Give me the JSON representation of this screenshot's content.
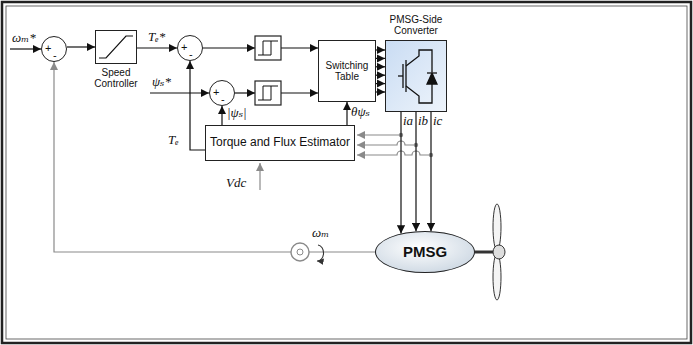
{
  "diagram": {
    "nodes": [
      {
        "text": [
          "+",
          "-"
        ]
      },
      {
        "text": [
          "Speed Controller"
        ]
      },
      {
        "text": [
          "+",
          "-"
        ]
      },
      {
        "text": [
          "+",
          "-"
        ]
      },
      {
        "text": [
          "Switching Table"
        ]
      },
      {
        "text": [
          "PMSG-Side Converter"
        ]
      },
      {
        "text": [
          "Torque and Flux Estimator"
        ]
      },
      {
        "text": [
          "PMSG"
        ]
      }
    ],
    "edges": [
      {
        "from": 0,
        "to": 1,
        "arrow": "to"
      },
      {
        "from": 1,
        "to": 2,
        "arrow": "to"
      },
      {
        "from": 6,
        "to": 2,
        "arrow": "to"
      },
      {
        "from": 6,
        "to": 3,
        "arrow": "to"
      },
      {
        "from": 6,
        "to": 4,
        "arrow": "to"
      },
      {
        "from": 4,
        "to": 5,
        "arrow": "to"
      },
      {
        "from": 7,
        "to": 0,
        "arrow": "to"
      },
      {
        "from": 5,
        "to": 7,
        "arrow": "to"
      }
    ],
    "labels": [
      "ωₘ*",
      "Tₑ*",
      "ψₛ*",
      "|ψₛ|",
      "θψₛ",
      "Tₑ",
      "Vdc",
      "ia",
      "ib",
      "ic",
      "ωₘ"
    ]
  }
}
